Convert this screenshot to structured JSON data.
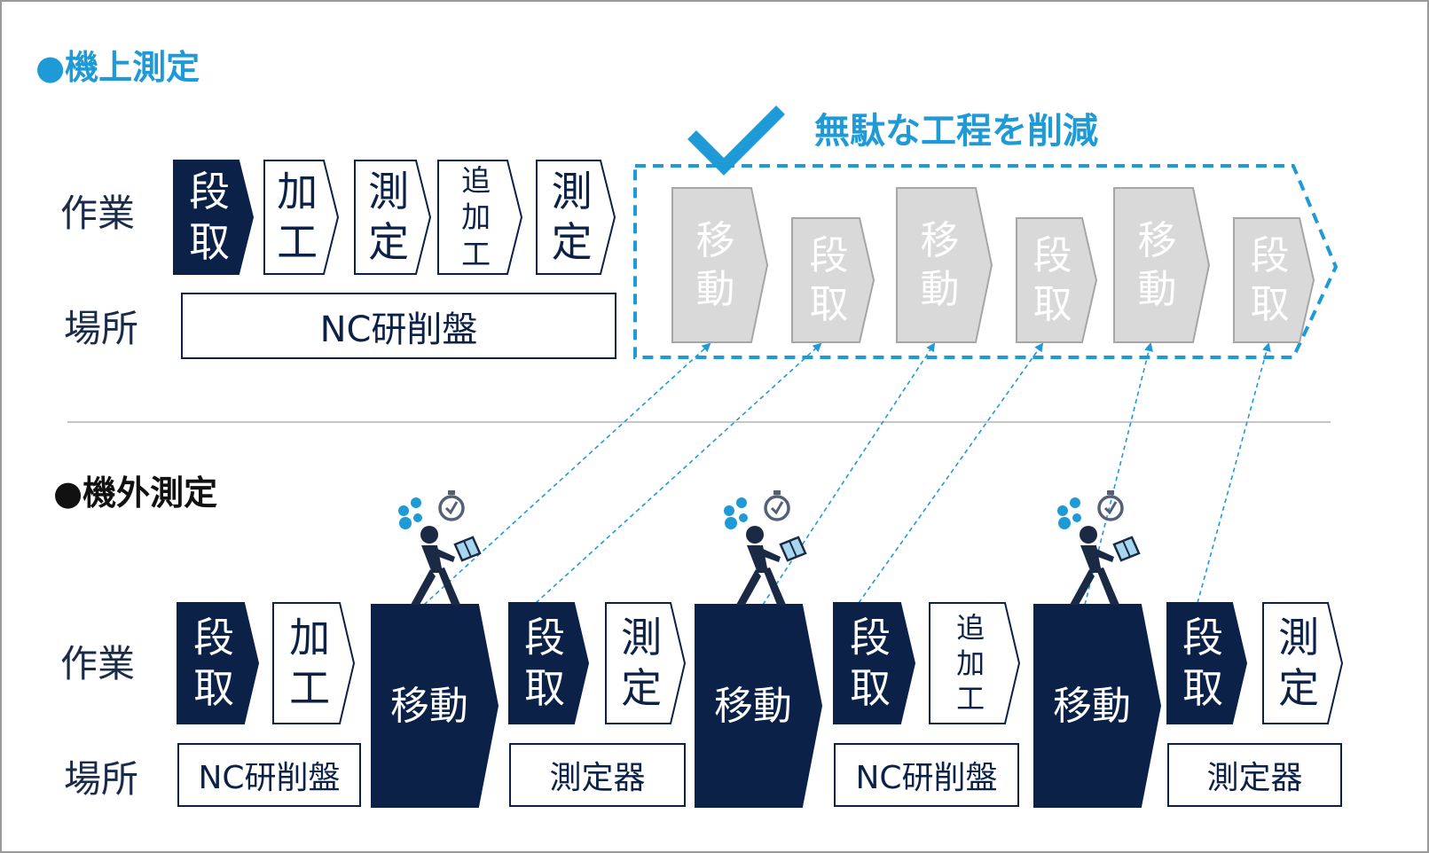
{
  "colors": {
    "navy": "#0b2148",
    "accent": "#1e9ad6",
    "gray_fill": "#d9d9d9",
    "gray_stroke": "#a6a6a6",
    "gray_text": "#ffffff"
  },
  "onmachine": {
    "title": "●機上測定",
    "row_work": "作業",
    "row_place": "場所",
    "steps": [
      {
        "label": "段取",
        "style": "solid"
      },
      {
        "label": "加工",
        "style": "outline"
      },
      {
        "label": "測定",
        "style": "outline"
      },
      {
        "label": "追加工",
        "style": "outline"
      },
      {
        "label": "測定",
        "style": "outline"
      }
    ],
    "place": "NC研削盤",
    "reduction_label": "無駄な工程を削減",
    "check_icon": "check-icon",
    "removed_steps": [
      "移動",
      "段取",
      "移動",
      "段取",
      "移動",
      "段取"
    ]
  },
  "offmachine": {
    "title": "●機外測定",
    "row_work": "作業",
    "row_place": "場所",
    "steps": [
      {
        "label": "段取",
        "style": "solid"
      },
      {
        "label": "加工",
        "style": "outline"
      },
      {
        "label": "移動",
        "style": "move"
      },
      {
        "label": "段取",
        "style": "solid"
      },
      {
        "label": "測定",
        "style": "outline"
      },
      {
        "label": "移動",
        "style": "move"
      },
      {
        "label": "段取",
        "style": "solid"
      },
      {
        "label": "追加工",
        "style": "outline"
      },
      {
        "label": "移動",
        "style": "move"
      },
      {
        "label": "段取",
        "style": "solid"
      },
      {
        "label": "測定",
        "style": "outline"
      }
    ],
    "places": [
      "NC研削盤",
      "測定器",
      "NC研削盤",
      "測定器"
    ],
    "worker_icon": "walking-worker-with-box-icon",
    "stopwatch_icon": "stopwatch-icon",
    "sweat_icon": "sweat-drops-icon"
  }
}
